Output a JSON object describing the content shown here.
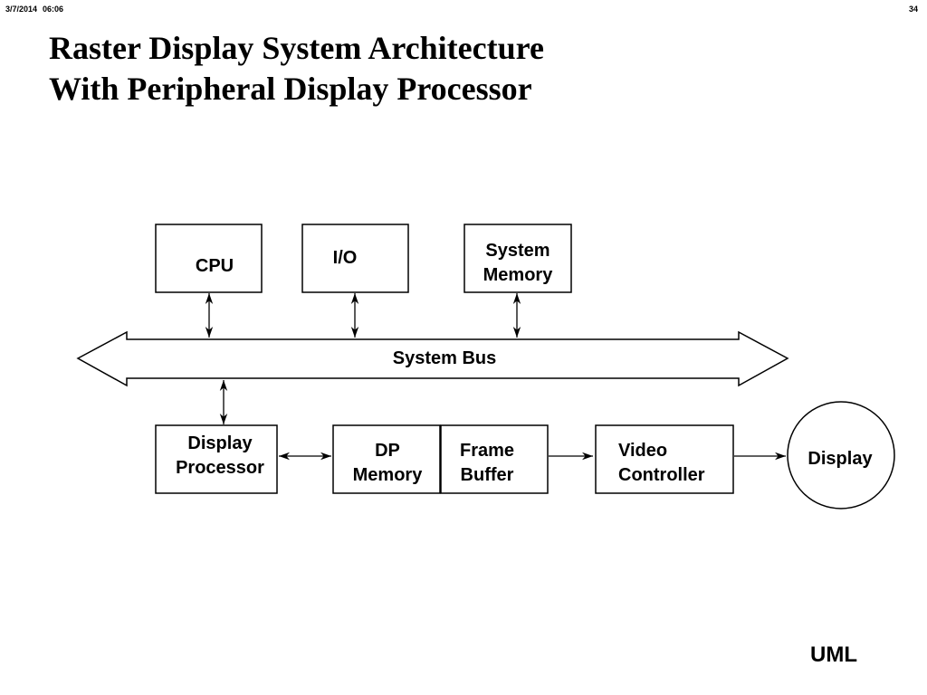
{
  "header": {
    "date": "3/7/2014",
    "time": "06:06",
    "page_number": "34"
  },
  "title": {
    "line1": "Raster Display System Architecture",
    "line2": "With Peripheral Display Processor"
  },
  "diagram": {
    "cpu": "CPU",
    "io": "I/O",
    "system_memory": [
      "System",
      "Memory"
    ],
    "system_bus": "System Bus",
    "display_processor": [
      "Display",
      "Processor"
    ],
    "dp_memory": [
      "DP",
      "Memory"
    ],
    "frame_buffer": [
      "Frame",
      "Buffer"
    ],
    "video_controller": [
      "Video",
      "Controller"
    ],
    "display": "Display"
  },
  "footer": {
    "label": "UML"
  }
}
